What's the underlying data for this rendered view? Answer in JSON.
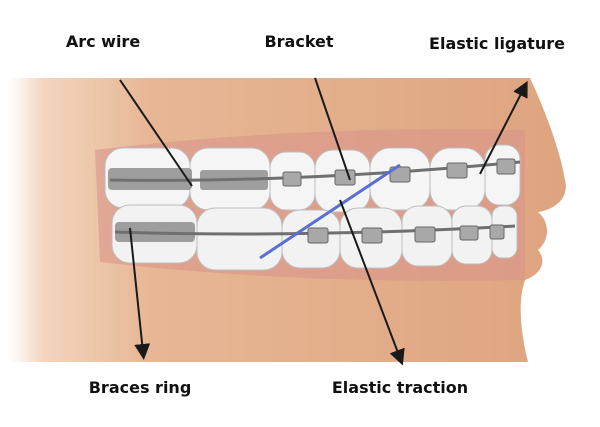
{
  "labels": {
    "arc_wire": "Arc wire",
    "bracket": "Bracket",
    "elastic_ligature": "Elastic ligature",
    "braces_ring": "Braces ring",
    "elastic_traction": "Elastic traction"
  },
  "colors": {
    "skin": "#e3ad8a",
    "teeth": "#f4f4f4",
    "metal": "#8a8a8a",
    "elastic": "#5a6fcf",
    "pointer": "#1a1a1a"
  }
}
